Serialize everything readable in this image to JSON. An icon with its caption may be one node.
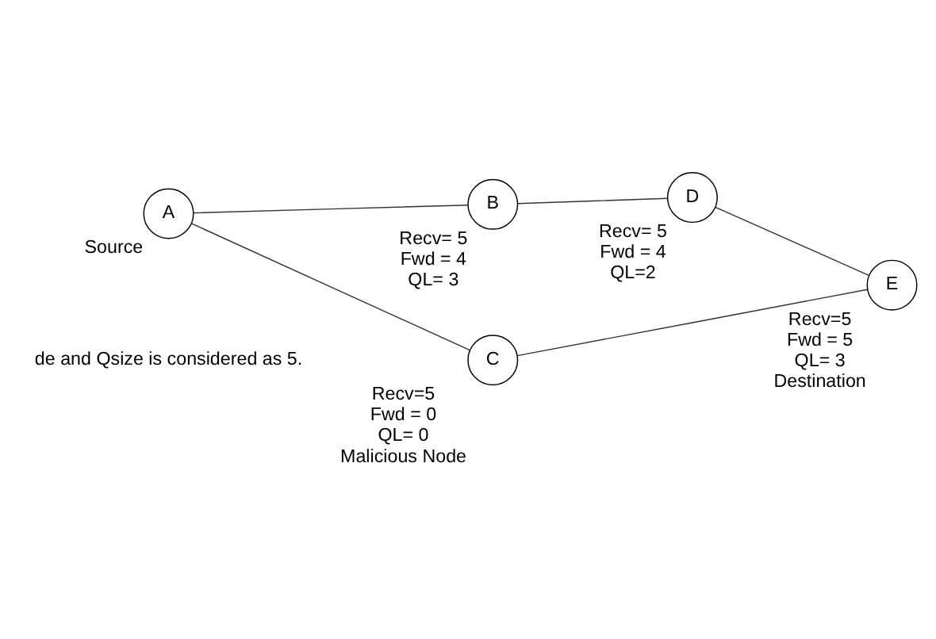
{
  "diagram": {
    "nodes": [
      {
        "text": [
          "A"
        ],
        "beside": [
          "Source"
        ]
      },
      {
        "text": [
          "B"
        ],
        "beside": [
          "Recv= 5",
          "Fwd = 4",
          "QL= 3"
        ]
      },
      {
        "text": [
          "D"
        ],
        "beside": [
          "Recv= 5",
          "Fwd = 4",
          "QL=2"
        ]
      },
      {
        "text": [
          "E"
        ],
        "beside": [
          "Recv=5",
          "Fwd = 5",
          "QL= 3",
          "Destination"
        ]
      },
      {
        "text": [
          "C"
        ],
        "beside": [
          "Recv=5",
          "Fwd = 0",
          "QL= 0",
          "Malicious Node"
        ]
      }
    ],
    "edges": [
      {
        "from": 0,
        "to": 1,
        "arrow": "none"
      },
      {
        "from": 1,
        "to": 2,
        "arrow": "none"
      },
      {
        "from": 2,
        "to": 3,
        "arrow": "none"
      },
      {
        "from": 4,
        "to": 3,
        "arrow": "none"
      },
      {
        "from": 0,
        "to": 4,
        "arrow": "none"
      }
    ],
    "labels": [
      "de and Qsize is considered as 5."
    ]
  }
}
